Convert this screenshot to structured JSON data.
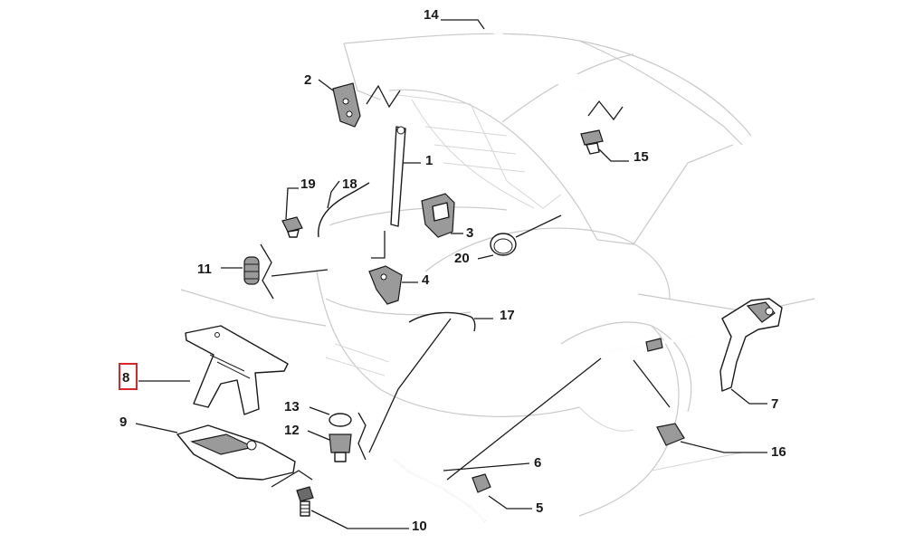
{
  "diagram": {
    "callouts": [
      "1",
      "2",
      "3",
      "4",
      "5",
      "6",
      "7",
      "8",
      "9",
      "10",
      "11",
      "12",
      "13",
      "14",
      "15",
      "16",
      "17",
      "18",
      "19",
      "20"
    ],
    "highlighted_callout": "8",
    "highlight_color": "#d9262c",
    "line_color": "#1a1a1a",
    "ghost_color": "#c9c9c9"
  }
}
